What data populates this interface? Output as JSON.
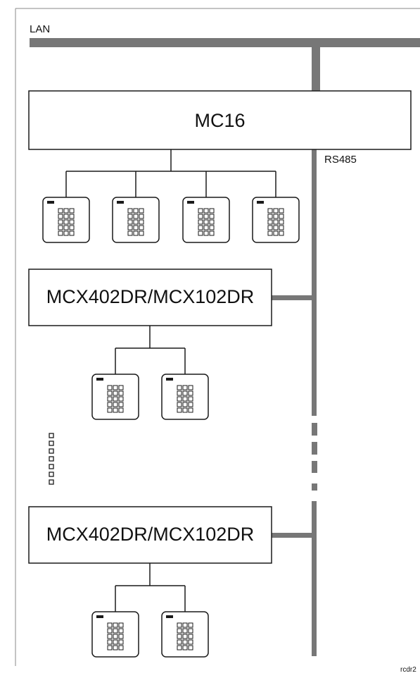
{
  "network": {
    "lan_label": "LAN",
    "bus_label": "RS485"
  },
  "main_controller": {
    "label": "MC16",
    "reader_count": 4
  },
  "expansion_controllers": [
    {
      "label": "MCX402DR/MCX102DR",
      "reader_count": 2
    },
    {
      "label": "MCX402DR/MCX102DR",
      "reader_count": 2
    }
  ],
  "footer": {
    "code": "rcdr2"
  },
  "colors": {
    "line": "#777777",
    "box_border": "#1a1a1a",
    "background": "#ffffff"
  },
  "icons": {
    "reader": "keypad-reader-icon",
    "ellipsis": "vertical-dots-icon"
  }
}
